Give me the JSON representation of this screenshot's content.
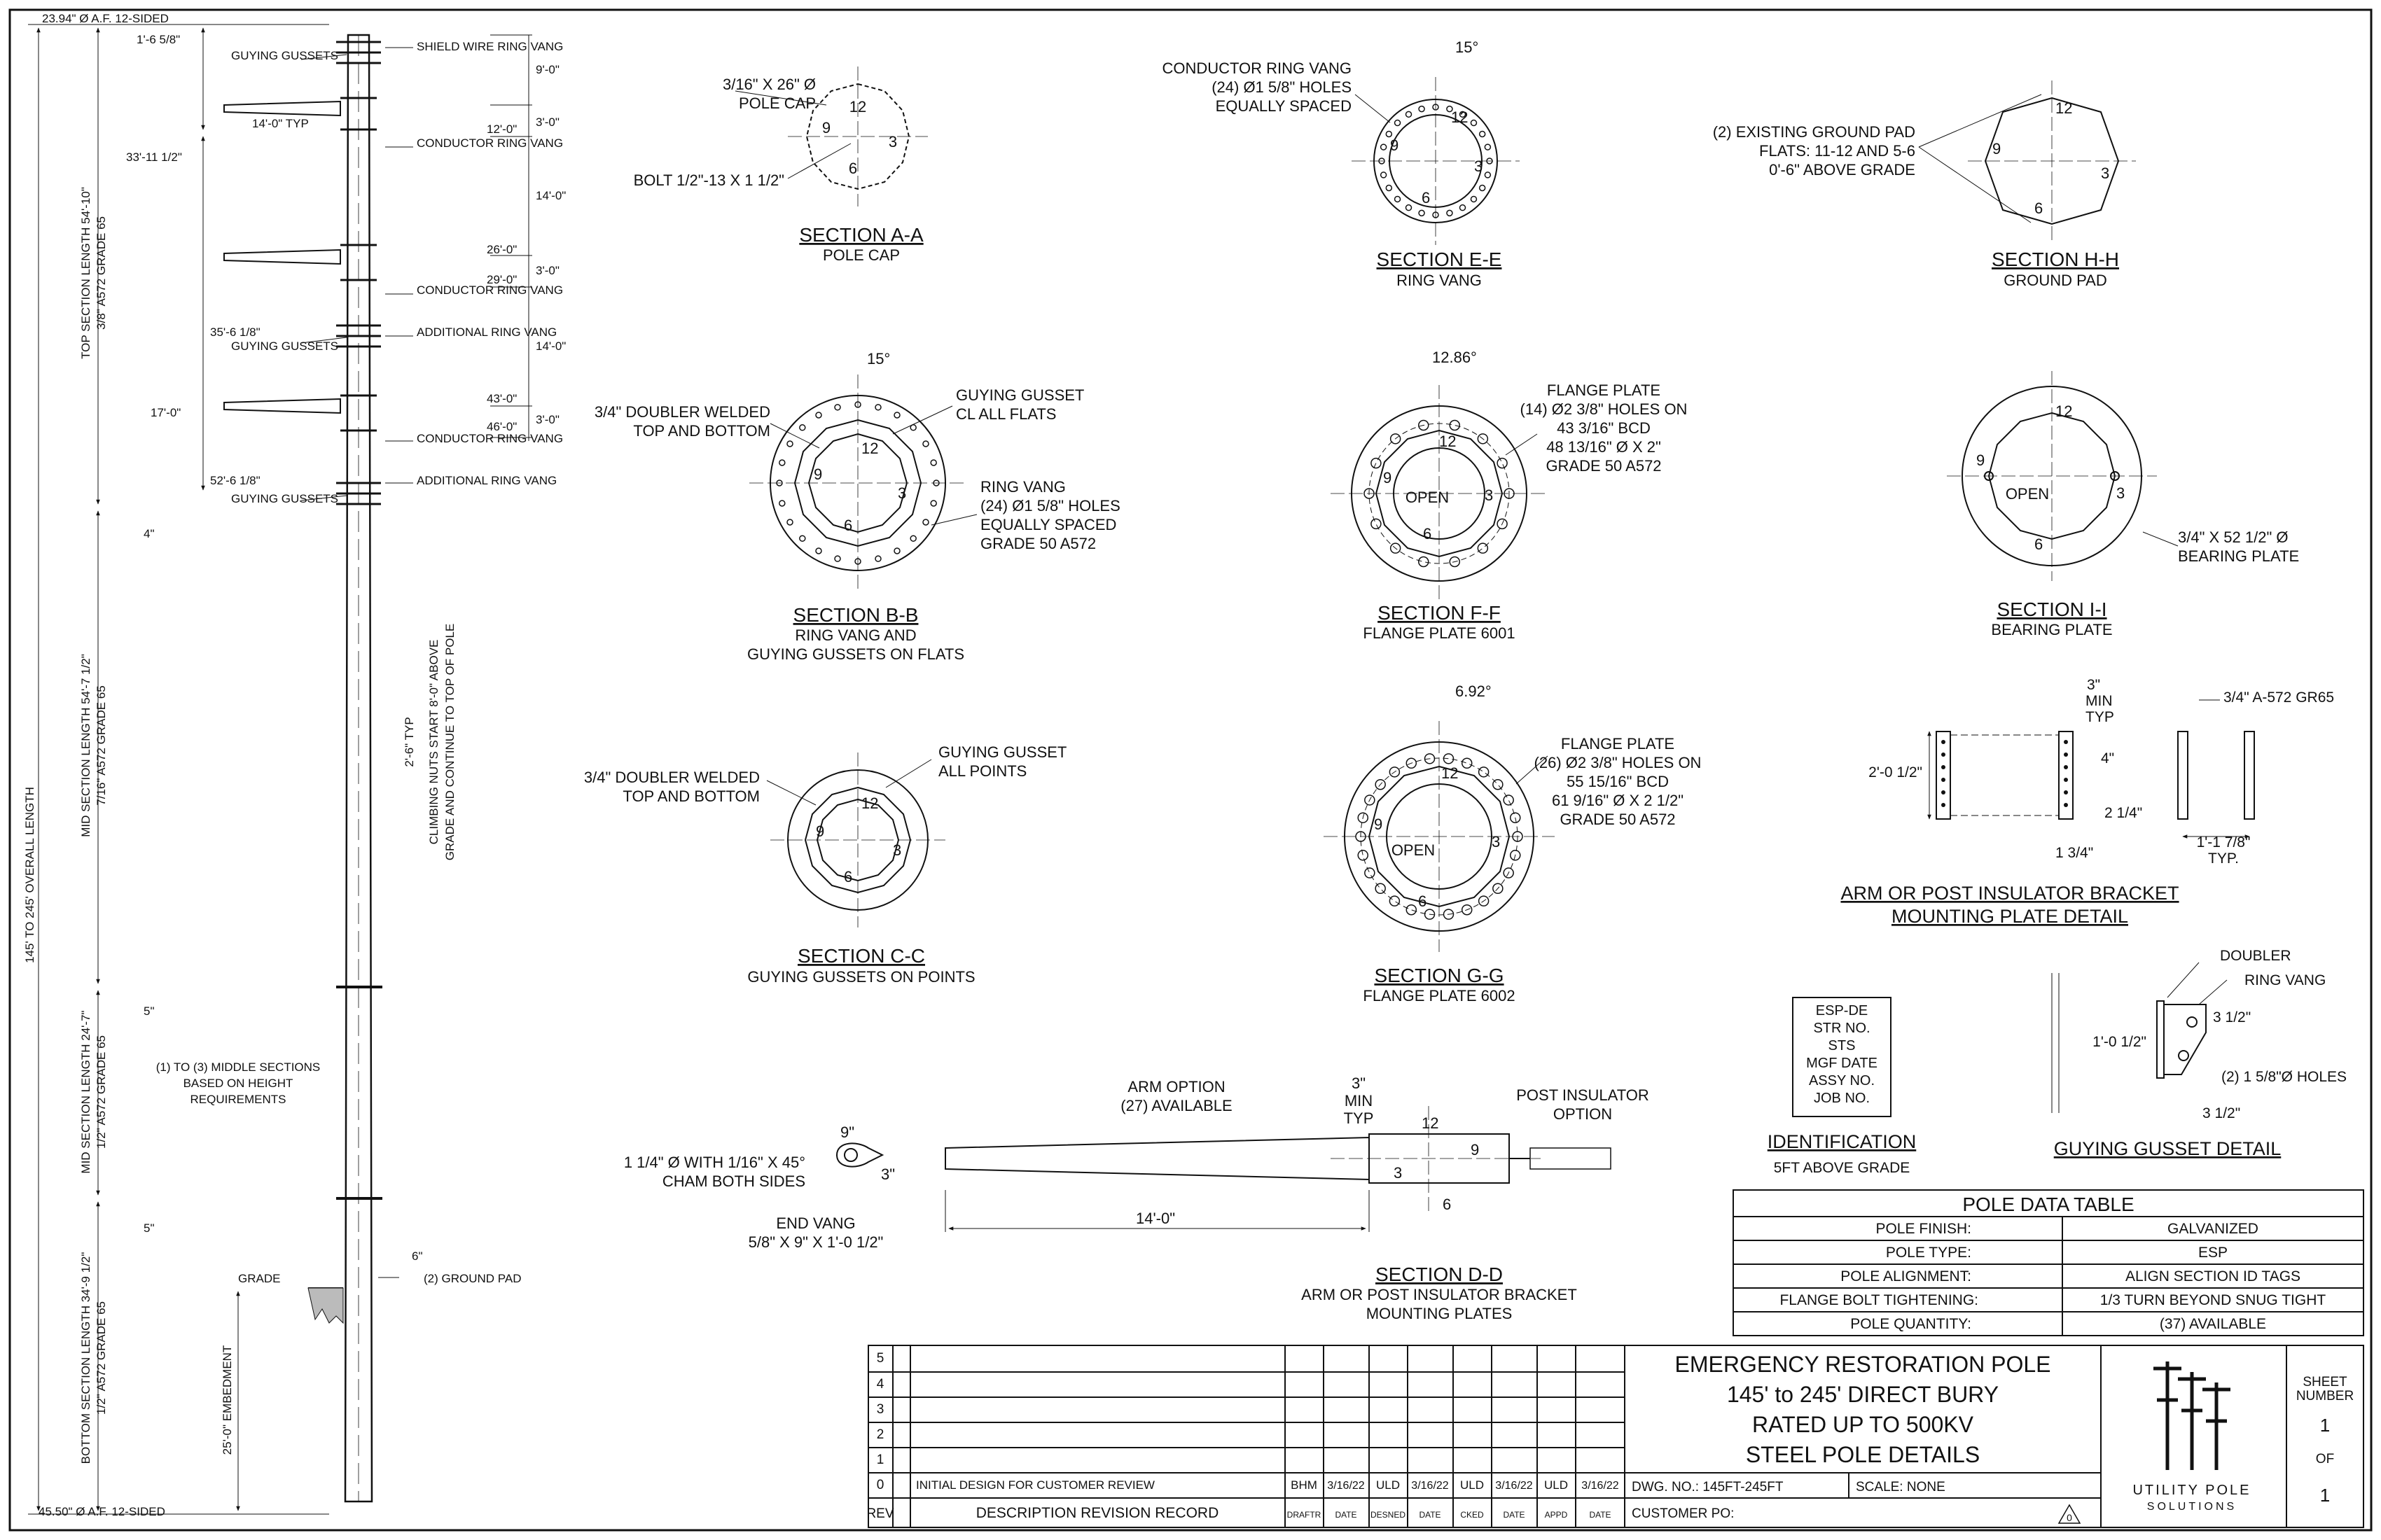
{
  "elevation": {
    "top_dia": "23.94\" Ø A.F. 12-SIDED",
    "bottom_dia": "45.50\" Ø A.F. 12-SIDED",
    "overall_length": "145' TO 245' OVERALL LENGTH",
    "top_section": [
      "TOP SECTION LENGTH 54'-10\"",
      "3/8\" A572 GRADE 65"
    ],
    "mid_section": [
      "MID SECTION LENGTH 54'-7 1/2\"",
      "7/16\" A572 GRADE 65"
    ],
    "mid_section2": [
      "MID SECTION LENGTH 24'-7\"",
      "1/2\" A572 GRADE 65"
    ],
    "bottom_section": [
      "BOTTOM SECTION LENGTH 34'-9 1/2\"",
      "1/2\" A572 GRADE 65"
    ],
    "embedment": "25'-0\" EMBEDMENT",
    "dim_top": "1'-6 5/8\"",
    "dim_33": "33'-11 1/2\"",
    "dim_17": "17'-0\"",
    "dim_4": "4\"",
    "dim_5a": "5\"",
    "dim_5b": "5\"",
    "arm_typ": "14'-0\" TYP",
    "right_dims": [
      "9'-0\"",
      "3'-0\"",
      "14'-0\"",
      "3'-0\"",
      "14'-0\"",
      "3'-0\""
    ],
    "heights": [
      "12'-0\"",
      "26'-0\"",
      "29'-0\"",
      "35'-6 1/8\"",
      "43'-0\"",
      "46'-0\"",
      "52'-6 1/8\""
    ],
    "labels": {
      "guying_gussets": "GUYING GUSSETS",
      "shield_wire": "SHIELD WIRE RING VANG",
      "conductor": "CONDUCTOR RING VANG",
      "additional": "ADDITIONAL RING VANG",
      "climbing": "CLIMBING NUTS START 8'-0\" ABOVE",
      "climbing2": "GRADE AND CONTINUE TO TOP OF POLE",
      "typ_26": "2'-6\" TYP",
      "middle_note": [
        "(1) TO (3) MIDDLE SECTIONS",
        "BASED ON HEIGHT",
        "REQUIREMENTS"
      ],
      "grade": "GRADE",
      "ground_pad": "(2) GROUND PAD",
      "dim_6": "6\""
    }
  },
  "sections": {
    "aa": {
      "title": "SECTION A-A",
      "sub": "POLE CAP",
      "note1": [
        "3/16\" X 26\" Ø",
        "POLE CAP"
      ],
      "note2": "BOLT 1/2\"-13 X 1 1/2\""
    },
    "bb": {
      "title": "SECTION B-B",
      "sub": [
        "RING VANG AND",
        "GUYING GUSSETS ON FLATS"
      ],
      "angle": "15°",
      "note1": [
        "3/4\" DOUBLER WELDED",
        "TOP AND BOTTOM"
      ],
      "note2": [
        "GUYING GUSSET",
        "CL ALL FLATS"
      ],
      "note3": [
        "RING VANG",
        "(24) Ø1 5/8\" HOLES",
        "EQUALLY SPACED",
        "GRADE 50 A572"
      ]
    },
    "cc": {
      "title": "SECTION C-C",
      "sub": "GUYING GUSSETS ON POINTS",
      "note1": [
        "3/4\" DOUBLER WELDED",
        "TOP AND BOTTOM"
      ],
      "note2": [
        "GUYING GUSSET",
        "ALL POINTS"
      ]
    },
    "ee": {
      "title": "SECTION E-E",
      "sub": "RING VANG",
      "angle": "15°",
      "note": [
        "CONDUCTOR RING VANG",
        "(24) Ø1 5/8\" HOLES",
        "EQUALLY SPACED"
      ]
    },
    "ff": {
      "title": "SECTION F-F",
      "sub": "FLANGE PLATE 6001",
      "angle": "12.86°",
      "note": [
        "FLANGE PLATE",
        "(14) Ø2 3/8\" HOLES ON",
        "43 3/16\" BCD",
        "48 13/16\" Ø X 2\"",
        "GRADE 50 A572"
      ]
    },
    "gg": {
      "title": "SECTION G-G",
      "sub": "FLANGE PLATE 6002",
      "angle": "6.92°",
      "note": [
        "FLANGE PLATE",
        "(26) Ø2 3/8\" HOLES ON",
        "55 15/16\" BCD",
        "61 9/16\" Ø X 2 1/2\"",
        "GRADE 50 A572"
      ]
    },
    "hh": {
      "title": "SECTION H-H",
      "sub": "GROUND PAD",
      "note": [
        "(2) EXISTING GROUND PAD",
        "FLATS: 11-12 AND 5-6",
        "0'-6\" ABOVE GRADE"
      ]
    },
    "ii": {
      "title": "SECTION I-I",
      "sub": "BEARING PLATE",
      "note": [
        "3/4\"  X 52 1/2\" Ø",
        "BEARING PLATE"
      ]
    },
    "dd": {
      "title": "SECTION D-D",
      "sub": [
        "ARM OR POST INSULATOR BRACKET",
        "MOUNTING PLATES"
      ],
      "arm": [
        "ARM OPTION",
        "(27) AVAILABLE"
      ],
      "post": [
        "POST INSULATOR",
        "OPTION"
      ],
      "min": [
        "3\"",
        "MIN",
        "TYP"
      ],
      "len": "14'-0\""
    },
    "vang": {
      "note": [
        "1 1/4\" Ø WITH 1/16\" X 45°",
        "CHAM BOTH SIDES"
      ],
      "title": [
        "END VANG",
        "5/8\" X 9\" X 1'-0 1/2\""
      ],
      "d9": "9\"",
      "d3": "3\""
    },
    "open": "OPEN",
    "clock": [
      "12",
      "3",
      "6",
      "9"
    ]
  },
  "bracket": {
    "title": [
      "ARM OR POST INSULATOR BRACKET",
      "MOUNTING PLATE DETAIL"
    ],
    "dims": {
      "h": "2'-0 1/2\"",
      "min": [
        "3\"",
        "MIN",
        "TYP"
      ],
      "d4": "4\"",
      "d214": "2 1/4\"",
      "d134": "1 3/4\"",
      "d1178": [
        "1'-1 7/8\"",
        "TYP."
      ],
      "mat": "3/4\" A-572 GR65"
    }
  },
  "gusset": {
    "title": "GUYING GUSSET DETAIL",
    "doubler": "DOUBLER",
    "ring": "RING VANG",
    "d312a": "3 1/2\"",
    "d312b": "3 1/2\"",
    "h": "1'-0 1/2\"",
    "holes": "(2) 1 5/8\"Ø HOLES"
  },
  "identification": {
    "lines": [
      "ESP-DE",
      "STR NO.",
      "STS",
      "MGF DATE",
      "ASSY NO.",
      "JOB NO."
    ],
    "title": "IDENTIFICATION",
    "sub": "5FT ABOVE GRADE"
  },
  "pole_table": {
    "title": "POLE DATA TABLE",
    "rows": [
      [
        "POLE FINISH:",
        "GALVANIZED"
      ],
      [
        "POLE TYPE:",
        "ESP"
      ],
      [
        "POLE ALIGNMENT:",
        "ALIGN SECTION ID TAGS"
      ],
      [
        "FLANGE BOLT TIGHTENING:",
        "1/3 TURN BEYOND SNUG TIGHT"
      ],
      [
        "POLE QUANTITY:",
        "(37) AVAILABLE"
      ]
    ]
  },
  "title_block": {
    "revs": [
      "5",
      "4",
      "3",
      "2",
      "1",
      "0"
    ],
    "rev0": "INITIAL DESIGN FOR CUSTOMER REVIEW",
    "rev0_cells": [
      "BHM",
      "3/16/22",
      "ULD",
      "3/16/22",
      "ULD",
      "3/16/22",
      "ULD",
      "3/16/22"
    ],
    "footer": [
      "REV",
      "DESCRIPTION REVISION RECORD",
      "DRAFTR",
      "DATE",
      "DESNED",
      "DATE",
      "CKED",
      "DATE",
      "APPD",
      "DATE"
    ],
    "title_lines": [
      "EMERGENCY RESTORATION POLE",
      "145' to 245' DIRECT BURY",
      "RATED UP TO 500KV",
      "STEEL POLE DETAILS"
    ],
    "dwg_no": "DWG. NO.: 145FT-245FT",
    "scale": "SCALE: NONE",
    "customer_po": "CUSTOMER PO:",
    "rev_mark": "0",
    "logo": [
      "UTILITY POLE",
      "SOLUTIONS"
    ],
    "sheet_label": [
      "SHEET",
      "NUMBER"
    ],
    "sheet_no": "1",
    "of": "OF",
    "of_no": "1"
  }
}
